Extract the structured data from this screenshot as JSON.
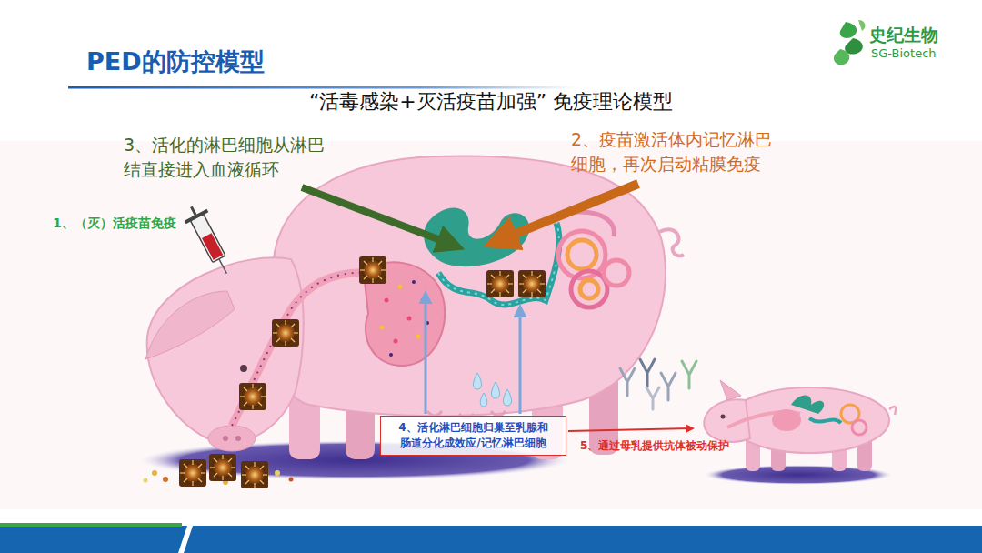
{
  "diagram": {
    "title": "PED的防控模型",
    "nodes": [
      {
        "text": [
          "4、活化淋巴细胞归巢至乳腺和肠道分化成效应/记忆淋巴细胞"
        ]
      }
    ],
    "labels": [
      "“活毒感染+灭活疫苗加强” 免疫理论模型",
      "史纪生物",
      "SG-Biotech",
      "1、（灭）活疫苗免疫",
      "2、疫苗激活体内记忆淋巴细胞，再次启动粘膜免疫",
      "3、活化的淋巴细胞从淋巴结直接进入血液循环",
      "5、通过母乳提供抗体被动保护"
    ]
  }
}
